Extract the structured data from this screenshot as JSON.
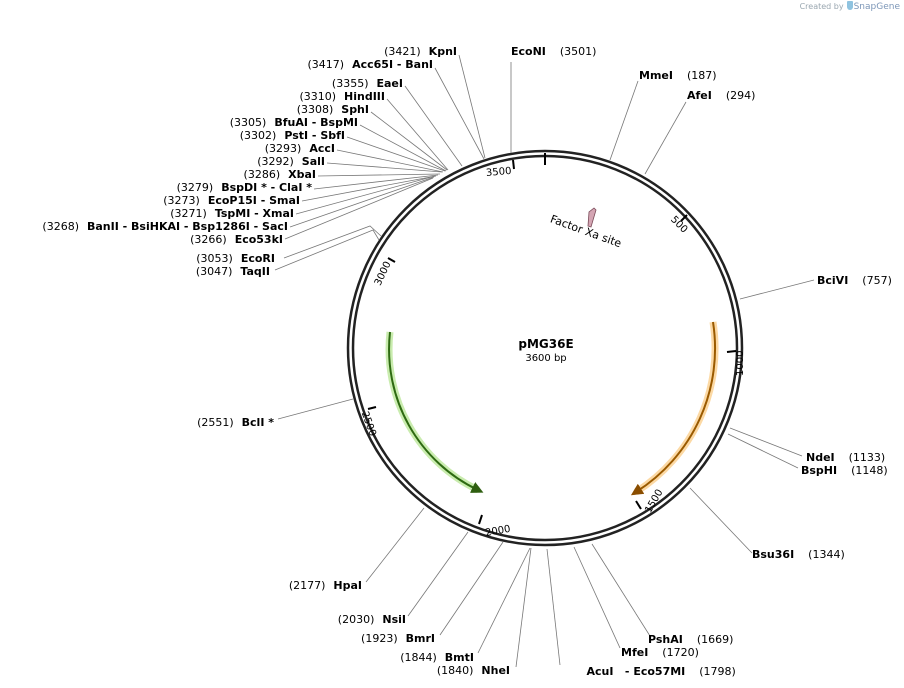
{
  "credit": {
    "prefix": "Created by",
    "brand": "SnapGene"
  },
  "plasmid": {
    "name": "pMG36E",
    "length": "3600 bp",
    "total_bp": 3600
  },
  "ticks": [
    "500",
    "1000",
    "1500",
    "2000",
    "2500",
    "3000",
    "3500"
  ],
  "features": [
    {
      "name": "Factor Xa site",
      "color": "#d4a5b3"
    },
    {
      "name": "",
      "color": "#f5a623",
      "direction": "clockwise"
    },
    {
      "name": "",
      "color": "#5fb42d",
      "direction": "counterclockwise"
    }
  ],
  "sites_right": [
    {
      "enzymes": "EcoNI",
      "pos": "(3501)"
    },
    {
      "enzymes": "MmeI",
      "pos": "(187)"
    },
    {
      "enzymes": "AfeI",
      "pos": "(294)"
    },
    {
      "enzymes": "BciVI",
      "pos": "(757)"
    },
    {
      "enzymes": "NdeI",
      "pos": "(1133)"
    },
    {
      "enzymes": "BspHI",
      "pos": "(1148)"
    },
    {
      "enzymes": "Bsu36I",
      "pos": "(1344)"
    },
    {
      "enzymes": "PshAI",
      "pos": "(1669)"
    },
    {
      "enzymes": "MfeI",
      "pos": "(1720)"
    },
    {
      "enzymes": "AcuI   - Eco57MI",
      "pos": "(1798)"
    }
  ],
  "sites_left": [
    {
      "enzymes": "KpnI",
      "pos": "(3421)"
    },
    {
      "enzymes": "Acc65I   - BanI",
      "pos": "(3417)"
    },
    {
      "enzymes": "EaeI",
      "pos": "(3355)"
    },
    {
      "enzymes": "HindIII",
      "pos": "(3310)"
    },
    {
      "enzymes": "SphI",
      "pos": "(3308)"
    },
    {
      "enzymes": "BfuAI   - BspMI",
      "pos": "(3305)"
    },
    {
      "enzymes": "PstI   - SbfI",
      "pos": "(3302)"
    },
    {
      "enzymes": "AccI",
      "pos": "(3293)"
    },
    {
      "enzymes": "SalI",
      "pos": "(3292)"
    },
    {
      "enzymes": "XbaI",
      "pos": "(3286)"
    },
    {
      "enzymes": "BspDI *   - ClaI *",
      "pos": "(3279)"
    },
    {
      "enzymes": "EcoP15I   - SmaI",
      "pos": "(3273)"
    },
    {
      "enzymes": "TspMI   - XmaI",
      "pos": "(3271)"
    },
    {
      "enzymes": "BanII   - BsiHKAI   - Bsp1286I   - SacI",
      "pos": "(3268)"
    },
    {
      "enzymes": "Eco53kI",
      "pos": "(3266)"
    },
    {
      "enzymes": "EcoRI",
      "pos": "(3053)"
    },
    {
      "enzymes": "TaqII",
      "pos": "(3047)"
    },
    {
      "enzymes": "BclI *",
      "pos": "(2551)"
    },
    {
      "enzymes": "HpaI",
      "pos": "(2177)"
    },
    {
      "enzymes": "NsiI",
      "pos": "(2030)"
    },
    {
      "enzymes": "BmrI",
      "pos": "(1923)"
    },
    {
      "enzymes": "BmtI",
      "pos": "(1844)"
    },
    {
      "enzymes": "NheI",
      "pos": "(1840)"
    }
  ]
}
